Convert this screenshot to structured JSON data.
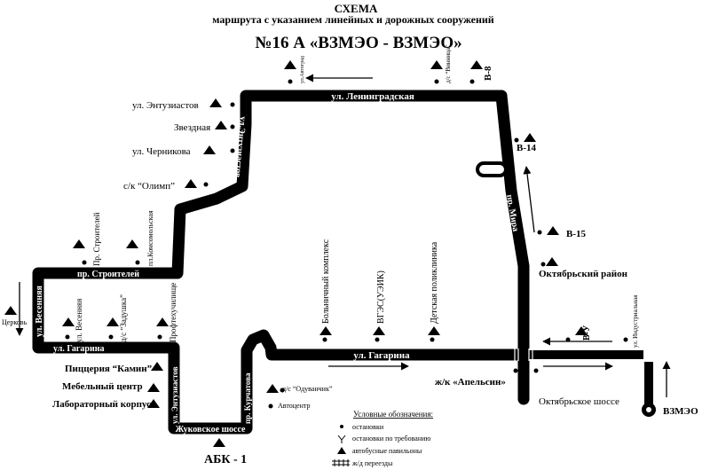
{
  "header": {
    "title": "СХЕМА",
    "subtitle": "маршрута с указанием линейных и дорожных сооружений",
    "route": "№16 А «ВЗМЭО - ВЗМЭО»"
  },
  "streets": {
    "leningradskaya": "ул. Ленинградская",
    "entuziastov_top": "ул.Энтузиастов",
    "stroiteley": "пр. Строителей",
    "vesennyaya": "ул. Весенняя",
    "gagarina_left": "ул. Гагарина",
    "gagarina_main": "ул. Гагарина",
    "mira": "пр. Мира",
    "kurchatova": "пр. Курчатова",
    "entuziastov_bottom": "ул. Энтузиастов",
    "zhukovskoe": "Жуковское шоссе"
  },
  "stops": {
    "entuziastov": "ул. Энтузиастов",
    "zvezdnaya": "Звездная",
    "chernikova": "ул. Черникова",
    "olimp": "с/к “Олимп”",
    "pr_stroiteley": "Пр. Строителей",
    "komsomolskaya": "пл.Комсомольская",
    "tserkov": "Церковь",
    "ul_vesennyaya": "ул. Весенняя",
    "zadushka": "д/с “Задушка”",
    "proftekhuchilishche": "Профтехучилище",
    "kamin": "Пиццерия “Камин”",
    "mebelny": "Мебельный центр",
    "laboratorny": "Лабораторный корпус",
    "bolnichny": "Больничный комплекс",
    "vgeu": "ВГЭС(УЭИК)",
    "detskaya": "Детская поликлиника",
    "odyvanchik": "д/с “Одуванчик”",
    "avtotsentr": "Автоцентр",
    "apelsin": "ж/к «Апельсин»",
    "oktyabrskoe": "Октябрьское шоссе",
    "oktyabrsky": "Октябрьский район",
    "v15": "В-15",
    "v14": "В-14",
    "v8": "В-8",
    "vu": "В-У",
    "industrialnaya": "ул. Индустриальная",
    "vinnitsa": "д/с “Винница”",
    "avtograd": "ул.Автоград",
    "abk": "АБК - 1",
    "vzmeo": "ВЗМЭО"
  },
  "legend": {
    "title": "Условные обозначения:",
    "stop": "остановки",
    "on_request": "остановки по требованию",
    "pavilion": "автобусные павильоны",
    "crossing": "ж/д переезды"
  },
  "colors": {
    "route": "#000000",
    "background": "#ffffff"
  }
}
